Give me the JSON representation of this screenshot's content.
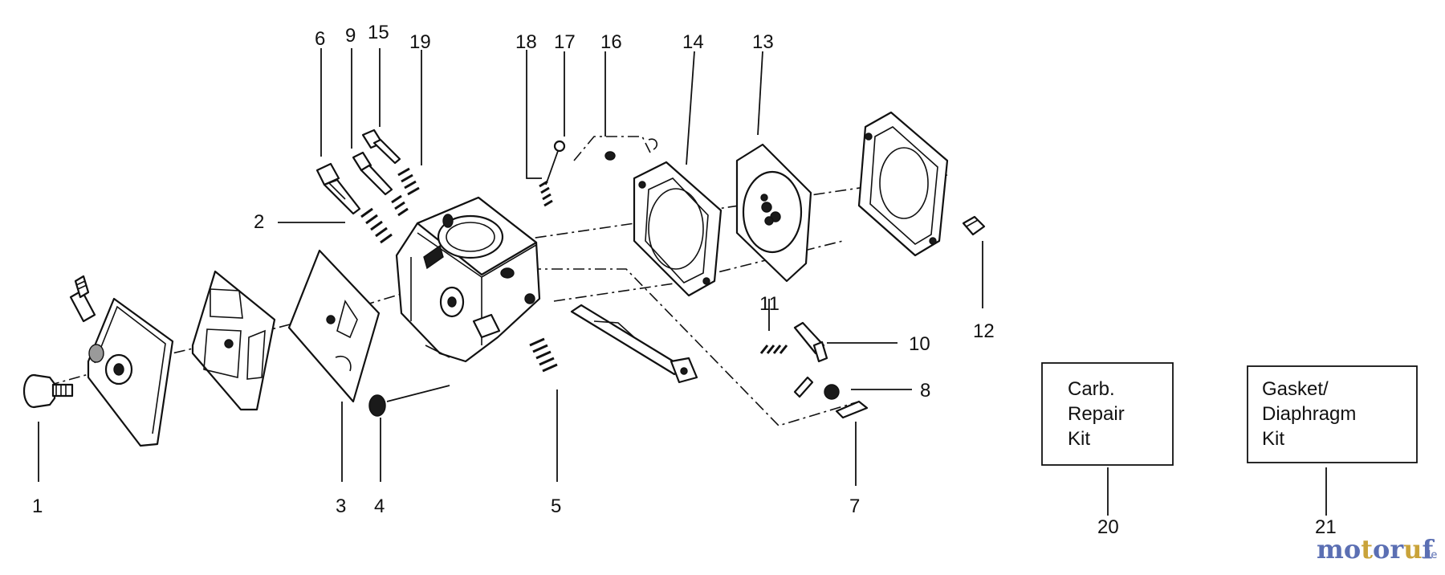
{
  "callouts": {
    "c1": "1",
    "c2": "2",
    "c3": "3",
    "c4": "4",
    "c5": "5",
    "c6": "6",
    "c7": "7",
    "c8": "8",
    "c9": "9",
    "c10": "10",
    "c11": "11",
    "c12": "12",
    "c13": "13",
    "c14": "14",
    "c15": "15",
    "c16": "16",
    "c17": "17",
    "c18": "18",
    "c19": "19",
    "c20": "20",
    "c21": "21"
  },
  "kits": {
    "repair": {
      "line1": "Carb.",
      "line2": "Repair",
      "line3": "Kit"
    },
    "gasket": {
      "line1": "Gasket/",
      "line2": "Diaphragm",
      "line3": "Kit"
    }
  },
  "watermark": {
    "brand": "motoruf",
    "suffix": ".de"
  }
}
